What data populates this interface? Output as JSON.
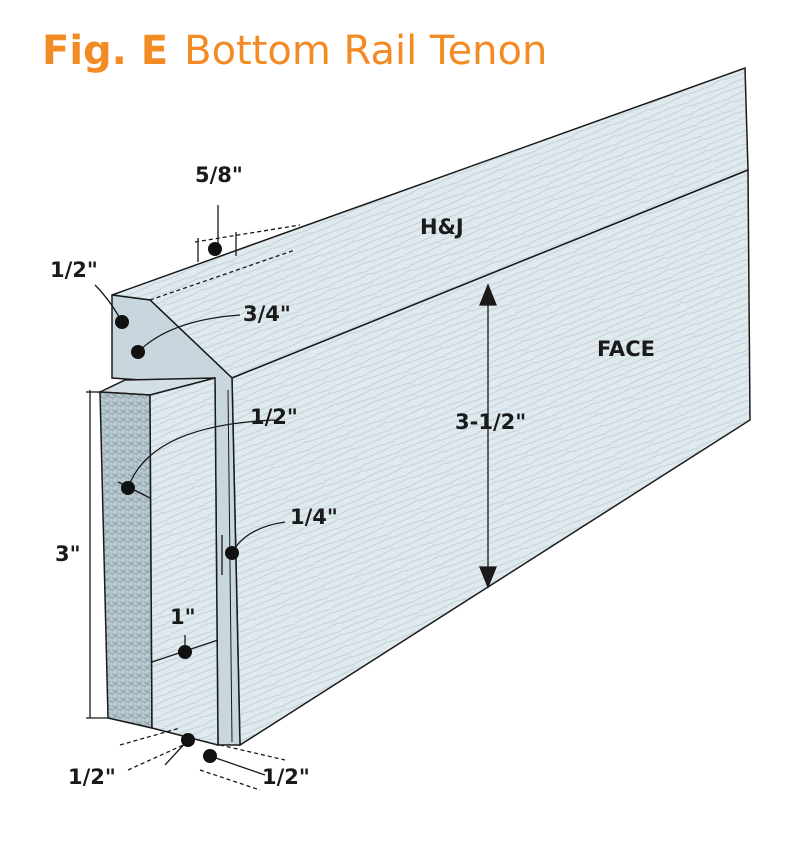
{
  "title": {
    "fig": "Fig. E",
    "text": "Bottom Rail Tenon"
  },
  "colors": {
    "title": "#f38b25",
    "wood": "#dfe9ee",
    "wood_dark": "#b9cad3",
    "line": "#1a1a1a"
  },
  "labels": {
    "top_width": "5/8\"",
    "hj": "H&J",
    "shoulder_top": "1/2\"",
    "bevel": "3/4\"",
    "face": "FACE",
    "tenon_offset": "1/2\"",
    "rail_height": "3-1/2\"",
    "groove": "1/4\"",
    "tenon_height": "3\"",
    "tenon_length": "1\"",
    "bottom_left": "1/2\"",
    "bottom_right": "1/2\""
  }
}
